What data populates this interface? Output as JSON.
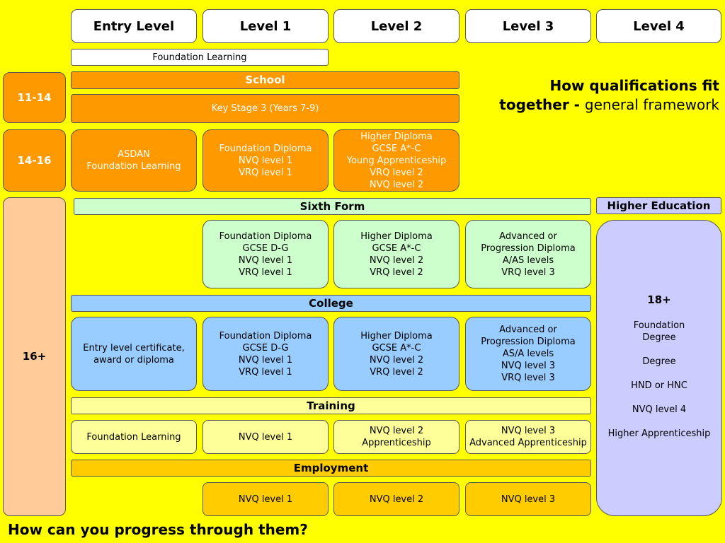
{
  "levels": [
    "Entry Level",
    "Level 1",
    "Level 2",
    "Level 3",
    "Level 4"
  ],
  "title": {
    "bold": "How qualifications fit together - ",
    "normal": "general framework"
  },
  "bottom_question": "How can you progress through them?",
  "ages": {
    "a": "11-14",
    "b": "14-16",
    "c": "16+"
  },
  "foundation_learning_bar": "Foundation Learning",
  "school": {
    "label": "School",
    "key_stage": "Key Stage 3 (Years 7-9)",
    "cards": [
      "ASDAN\nFoundation Learning",
      "Foundation Diploma\nNVQ level 1\nVRQ level 1",
      "Higher Diploma\nGCSE A*-C\nYoung Apprenticeship\nVRQ level 2\nNVQ level 2"
    ]
  },
  "sixth_form": {
    "label": "Sixth Form",
    "cards": [
      "Foundation Diploma\nGCSE D-G\nNVQ level 1\nVRQ level 1",
      "Higher Diploma\nGCSE A*-C\nNVQ level 2\nVRQ level 2",
      "Advanced or\nProgression Diploma\nA/AS levels\nVRQ level 3"
    ]
  },
  "college": {
    "label": "College",
    "cards": [
      "Entry level certificate,\naward or diploma",
      "Foundation Diploma\nGCSE D-G\nNVQ level 1\nVRQ level 1",
      "Higher Diploma\nGCSE A*-C\nNVQ level 2\nVRQ level 2",
      "Advanced or\nProgression Diploma\nAS/A levels\nNVQ level 3\nVRQ level 3"
    ]
  },
  "training": {
    "label": "Training",
    "cards": [
      "Foundation Learning",
      "NVQ level 1",
      "NVQ level 2\nApprenticeship",
      "NVQ level 3\nAdvanced Apprenticeship"
    ]
  },
  "employment": {
    "label": "Employment",
    "cards": [
      "NVQ level 1",
      "NVQ level 2",
      "NVQ level 3"
    ]
  },
  "higher_education": {
    "label": "Higher Education",
    "age": "18+",
    "items": [
      "Foundation\nDegree",
      "Degree",
      "HND or HNC",
      "NVQ level 4",
      "Higher Apprenticeship"
    ]
  }
}
